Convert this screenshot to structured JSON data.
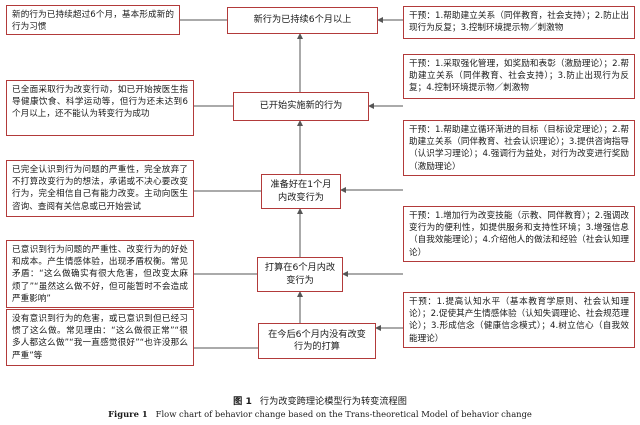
{
  "stages": [
    {
      "stage": "新行为已持续6个月以上",
      "description": "新的行为已持续超过6个月，基本形成新的行为习惯",
      "intervention": "干预：1.帮助建立关系（同伴教育，社会支持）；2.防止出现行为反复；3.控制环境提示物／刺激物"
    },
    {
      "stage": "已开始实施新的行为",
      "description": "已全面采取行为改变行动，如已开始按医生指导健康饮食、科学运动等，但行为还未达到6个月以上，还不能认为转变行为成功",
      "intervention": "干预：1.采取强化管理，如奖励和表彰（激励理论）；2.帮助建立关系（同伴教育、社会支持）；3.防止出现行为反复；4.控制环境提示物／刺激物"
    },
    {
      "stage": "准备好在1个月内改变行为",
      "description": "已完全认识到行为问题的严重性，完全放弃了不打算改变行为的想法，承诺或不决心要改变行为，完全相信自己有能力改变。主动向医生咨询、查阅有关信息或已开始尝试",
      "intervention": "干预：1.帮助建立循环渐进的目标（目标设定理论）；2.帮助建立关系（同伴教育、社会认识理论）；3.提供咨询指导（认识学习理论）；4.强调行为益处，对行为改变进行奖励（激励理论）"
    },
    {
      "stage": "打算在6个月内改变行为",
      "description": "已意识到行为问题的严重性、改变行为的好处和成本。产生情感体验，出现矛盾权衡。常见矛盾：“这么做确实有很大危害，但改变太麻烦了”“虽然这么做不好，但可能暂时不会造成严重影响”",
      "intervention": "干预：1.增加行为改变技能（示教、同伴教育）；2.强调改变行为的便利性，如提供服务和支持性环境；3.增强信息（自我效能理论）；4.介绍他人的做法和经验（社会认知理论）"
    },
    {
      "stage": "在今后6个月内没有改变行为的打算",
      "description": "没有意识到行为的危害，或已意识到但已经习惯了这么做。常见理由：“这么做很正常”“很多人都这么做”“我一直感觉很好”“也许没那么严重”等",
      "intervention": "干预：1.提高认知水平（基本教育学原则、社会认知理论）；2.促使其产生情感体验（认知失调理论、社会规范理论）；3.形成信念（健康信念模式）；4.树立信心（自我效能理论）"
    }
  ],
  "caption": {
    "label_cn": "图 1",
    "text_cn": "行为改变跨理论模型行为转变流程图",
    "label_en": "Figure 1",
    "text_en": "Flow chart of behavior change based on the Trans-theoretical Model of behavior change"
  }
}
